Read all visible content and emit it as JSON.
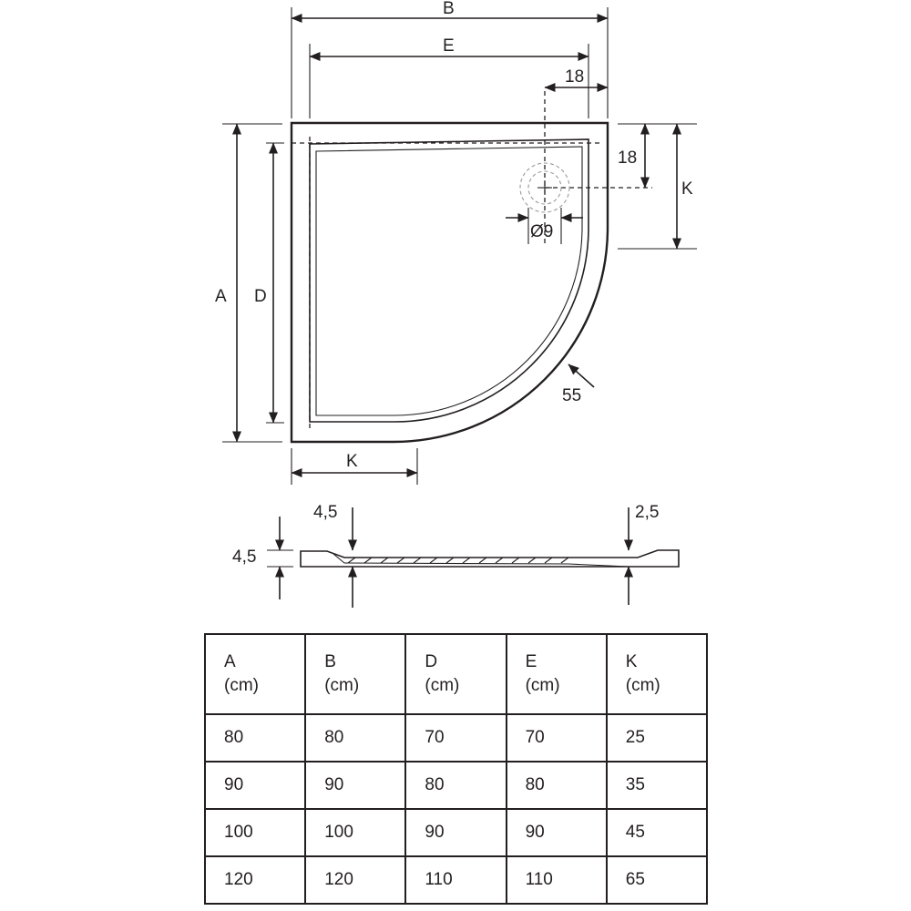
{
  "plan_labels": {
    "B": "B",
    "E": "E",
    "top_18": "18",
    "right_18": "18",
    "K_right": "K",
    "A": "A",
    "D": "D",
    "drain": "Ø9",
    "radius": "55",
    "K_bottom": "K"
  },
  "section_labels": {
    "left_depth": "4,5",
    "rim_left": "4,5",
    "rim_right": "2,5"
  },
  "table": {
    "headers": [
      {
        "letter": "A",
        "unit": "(cm)"
      },
      {
        "letter": "B",
        "unit": "(cm)"
      },
      {
        "letter": "D",
        "unit": "(cm)"
      },
      {
        "letter": "E",
        "unit": "(cm)"
      },
      {
        "letter": "K",
        "unit": "(cm)"
      }
    ],
    "rows": [
      [
        "80",
        "80",
        "70",
        "70",
        "25"
      ],
      [
        "90",
        "90",
        "80",
        "80",
        "35"
      ],
      [
        "100",
        "100",
        "90",
        "90",
        "45"
      ],
      [
        "120",
        "120",
        "110",
        "110",
        "65"
      ]
    ]
  }
}
